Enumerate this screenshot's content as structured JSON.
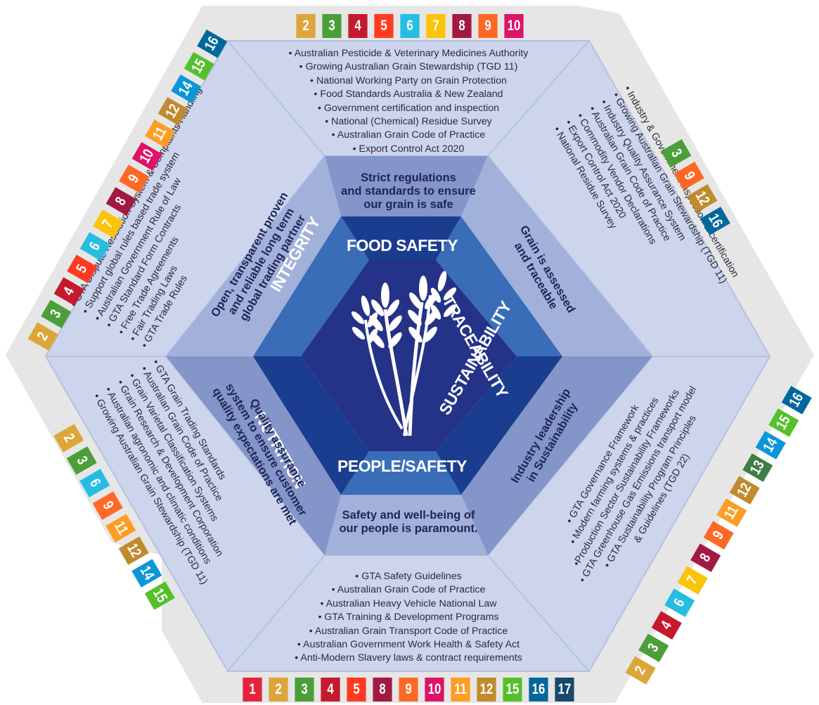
{
  "colors": {
    "outer_segment": "#ccd5ec",
    "outer_divider": "#b6c1e0",
    "middle_dark": "#8799cc",
    "middle_mid": "#97a7d3",
    "inner_blue": "#3a6db7",
    "inner_dark": "#1b3d8f",
    "center": "#243288",
    "frame_grey": "#e6e6e6"
  },
  "sdg_colors": {
    "1": "#e5243b",
    "2": "#dda63a",
    "3": "#4c9f38",
    "4": "#c5192d",
    "5": "#ff3a21",
    "6": "#26bde2",
    "7": "#fcc30b",
    "8": "#a21942",
    "9": "#fd6925",
    "10": "#dd1367",
    "11": "#fd9d24",
    "12": "#bf8b2e",
    "13": "#3f7e44",
    "14": "#0a97d9",
    "15": "#56c02b",
    "16": "#00689d",
    "17": "#19486a"
  },
  "center_icon": "wheat-icon",
  "pillars": {
    "food_safety": {
      "label": "FOOD SAFETY",
      "statement": [
        "Strict regulations",
        "and standards to ensure",
        "our grain is safe"
      ],
      "items": [
        "• Australian Pesticide & Veterinary Medicines Authority",
        "• Growing Australian Grain Stewardship (TGD 11)",
        "• National Working Party on Grain Protection",
        "• Food Standards Australia & New Zealand",
        "• Government certification and inspection",
        "• National (Chemical) Residue Survey",
        "• Australian Grain Code of Practice",
        "• Export Control Act 2020"
      ],
      "sdgs": [
        "2",
        "3",
        "4",
        "5",
        "6",
        "7",
        "8",
        "9",
        "10"
      ]
    },
    "traceability": {
      "label": "TRACEABILITY",
      "statement": [
        "Grain is assessed",
        "and traceable"
      ],
      "items": [
        "• Industry & Government inspection & certification",
        "• Growing Australian Grain Stewardship (TGD 11)",
        "• Industry Quality Assurance System",
        "• Australian Grain Code of Practice",
        "• Commodity Vendor Declarations",
        "• Export Control Act 2020",
        "• National Residue Survey"
      ],
      "sdgs": [
        "3",
        "9",
        "12",
        "16"
      ]
    },
    "sustainability": {
      "label": "SUSTAINABILITY",
      "statement": [
        "Industry leadership",
        "in Sustainability"
      ],
      "items": [
        "• GTA Governance Framework",
        "• Modern farming systems & practices",
        "•Production Sector Sustainability Frameworks",
        "• GTA Greenhouse Gas Emissions transport model",
        "• GTA Sustainability Program Principles",
        "& Guidelines (TGD 22)"
      ],
      "sdgs": [
        "2",
        "3",
        "4",
        "6",
        "7",
        "8",
        "9",
        "11",
        "12",
        "13",
        "14",
        "15",
        "16"
      ]
    },
    "people_safety": {
      "label": "PEOPLE/SAFETY",
      "statement": [
        "Safety and well-being of",
        "our people is paramount."
      ],
      "items": [
        "• GTA Safety Guidelines",
        "• Australian Grain Code of Practice",
        "• Australian Heavy Vehicle National Law",
        "• GTA Training & Development Programs",
        "• Australian Grain Transport Code of Practice",
        "• Australian Government Work Health & Safety Act",
        "• Anti-Modern Slavery laws & contract requirements"
      ],
      "sdgs": [
        "1",
        "2",
        "3",
        "4",
        "5",
        "8",
        "9",
        "10",
        "11",
        "12",
        "15",
        "16",
        "17"
      ]
    },
    "nutrition": {
      "label": "NUTRITION",
      "statement": [
        "Quality assurance",
        "system to ensure customer",
        "quality expectations are met"
      ],
      "items": [
        "• GTA Grain Trading Standards",
        "• Australian Grain Code of Practice",
        "• Grain Varietal Classification Systems",
        "• Grain Research & Development Corporation",
        "• Australian agronomic and climatic conditions",
        "• Growing Australian Grain Stewardship (TGD 11)"
      ],
      "sdgs": [
        "2",
        "3",
        "6",
        "9",
        "11",
        "12",
        "14",
        "15"
      ]
    },
    "integrity": {
      "label": "INTEGRITY",
      "statement": [
        "Open, transparent proven",
        "and reliable long term",
        "global trading partner"
      ],
      "items": [
        "• GTA Dispute Resolution System & Complaints Handling",
        "• Support global rules based trade system",
        "• Australian Government Rule of Law",
        "• GTA Standard Form Contracts",
        "• Free Trade Agreements",
        "• Fair Trading Laws",
        "• GTA Trade Rules"
      ],
      "sdgs": [
        "2",
        "3",
        "4",
        "5",
        "6",
        "7",
        "8",
        "9",
        "10",
        "11",
        "12",
        "14",
        "15",
        "16"
      ]
    }
  }
}
